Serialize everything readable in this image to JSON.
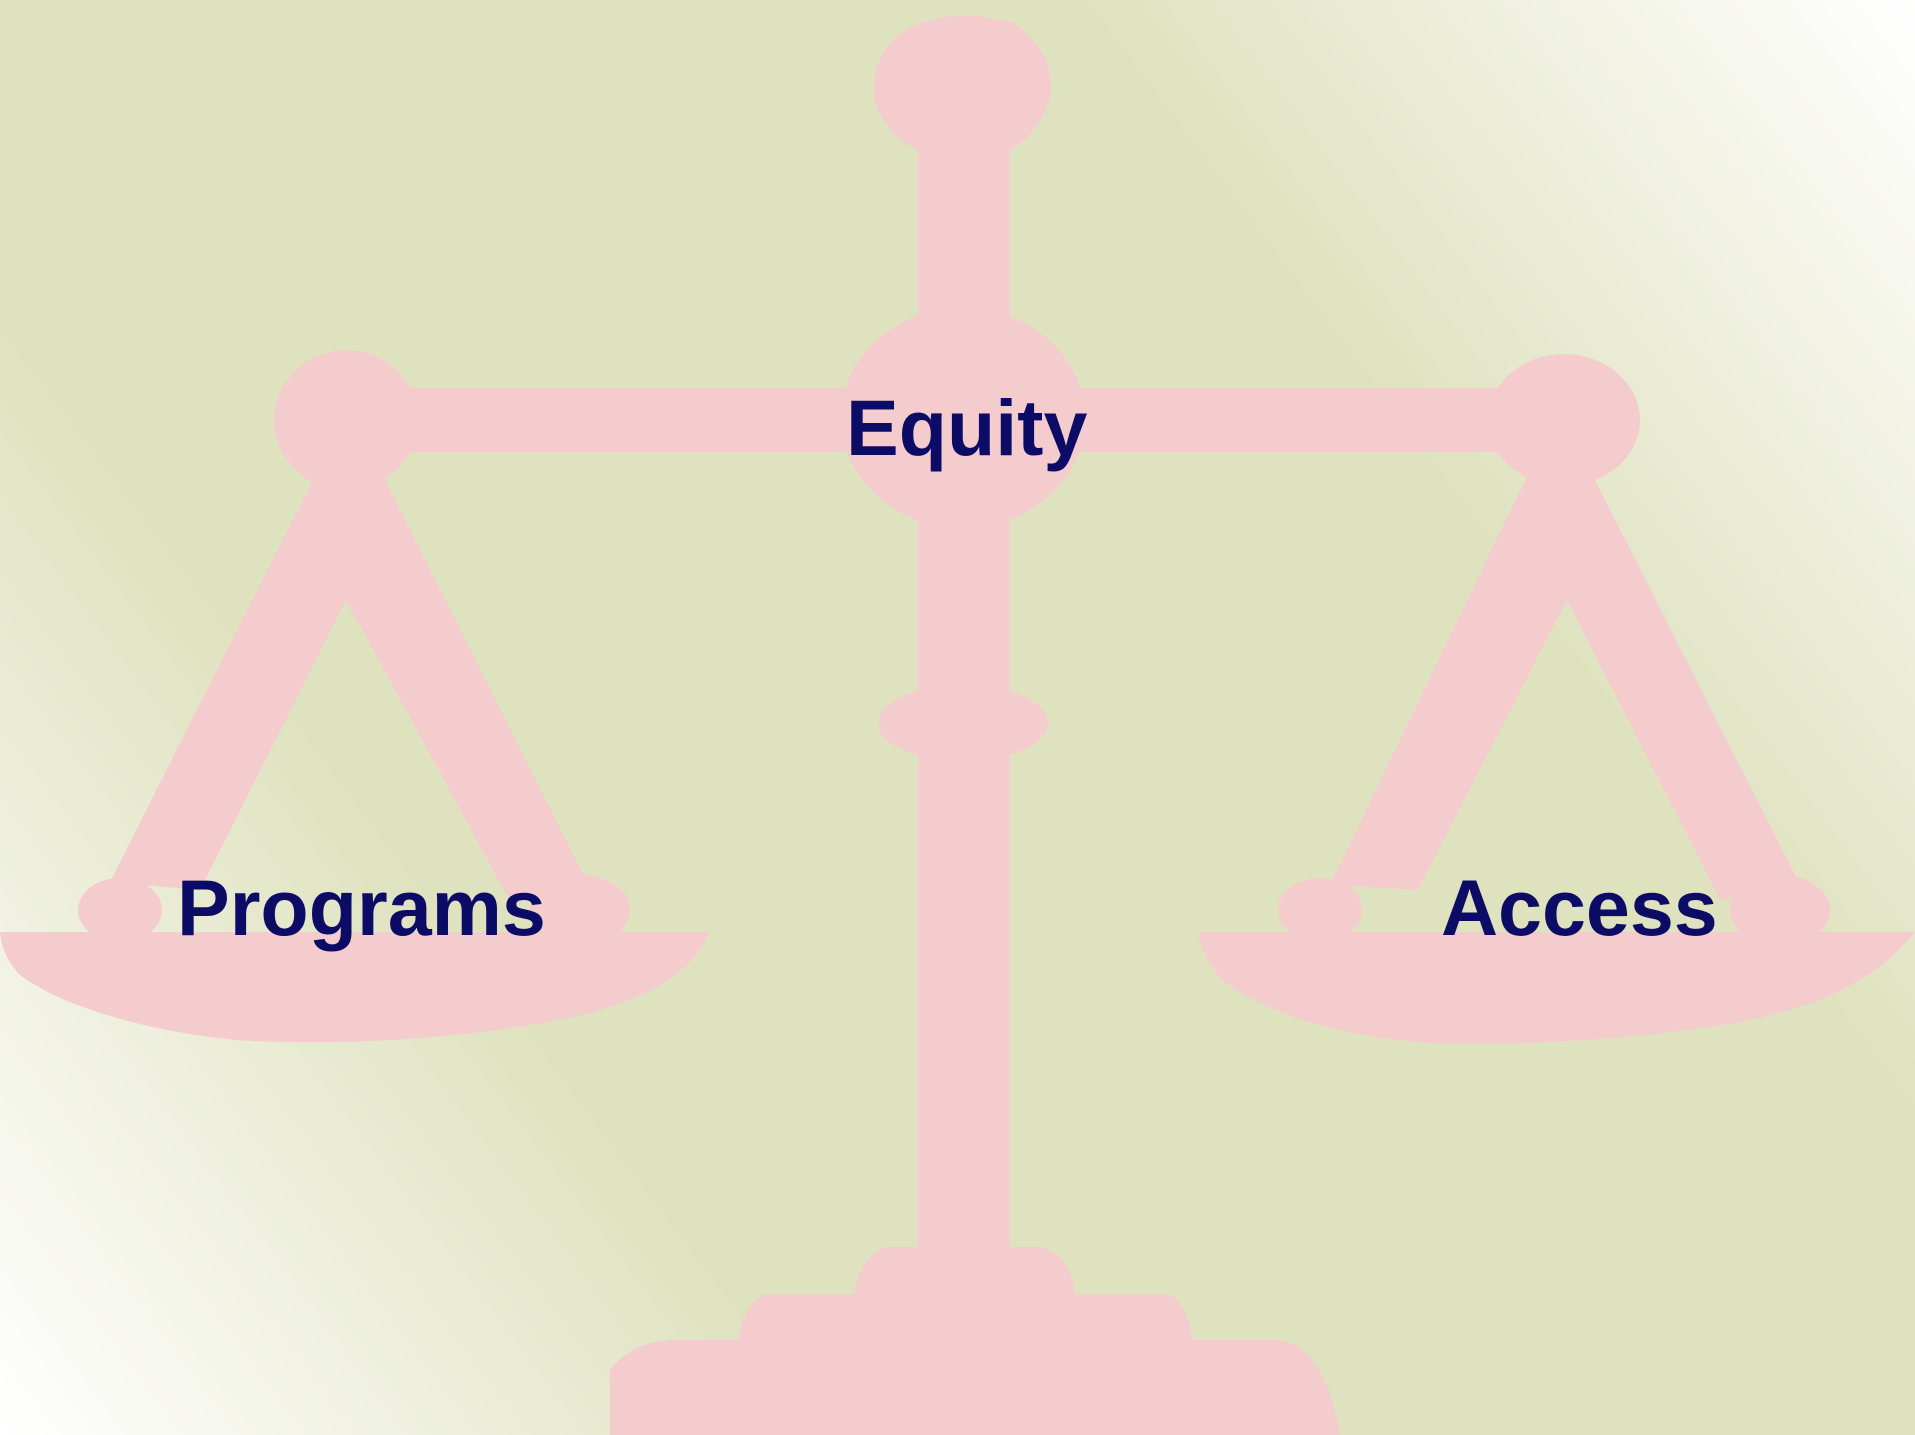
{
  "colors": {
    "scale_fill": "#f5cccd",
    "label_text": "#0c0c66",
    "background_light": "#ffffff",
    "background_olive": "#dfe2bf"
  },
  "labels": {
    "top": "Equity",
    "left_pan": "Programs",
    "right_pan": "Access"
  }
}
